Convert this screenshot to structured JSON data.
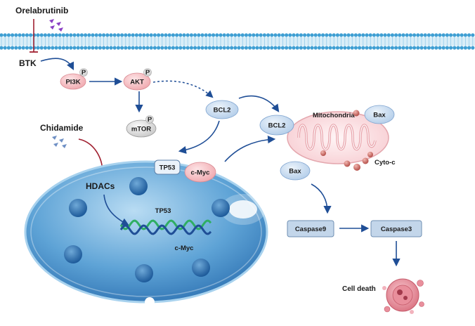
{
  "drugs": {
    "orelabrutinib": "Orelabrutinib",
    "chidamide": "Chidamide"
  },
  "nodes": {
    "btk": "BTK",
    "pi3k": "PI3K",
    "akt": "AKT",
    "mtor": "mTOR",
    "bcl2_top": "BCL2",
    "bcl2_mito": "BCL2",
    "bax_top": "Bax",
    "bax_bottom": "Bax",
    "tp53_box": "TP53",
    "cmyc": "c-Myc",
    "hdacs": "HDACs",
    "caspase9": "Caspase9",
    "caspase3": "Caspase3"
  },
  "phospho_mark": "P",
  "labels": {
    "mitochondria": "Mitochondria",
    "cyto_c": "Cyto-c",
    "dna_tp53": "TP53",
    "dna_cmyc": "c-Myc",
    "cell_death": "Cell death"
  },
  "colors": {
    "membrane": "#3f9fd3",
    "arrow": "#1f4e96",
    "inhibit": "#a02030",
    "pink_node": "#f6c2c6",
    "blue_node": "#cfe0f3",
    "nucleus": "#4e93c9",
    "dna_green": "#2fae63",
    "dna_blue": "#1f4e96"
  }
}
